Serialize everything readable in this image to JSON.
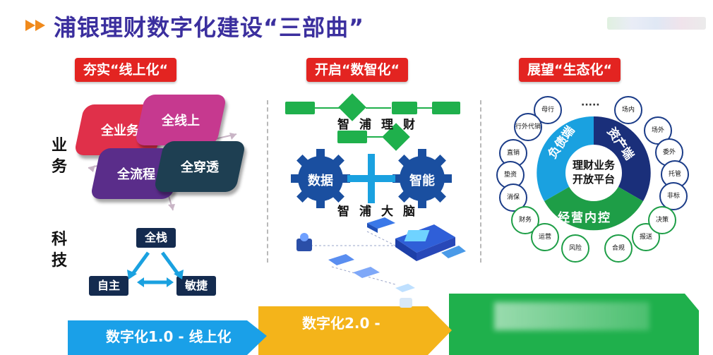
{
  "title": "浦银理财数字化建设“三部曲”",
  "sections": {
    "left": "夯实“线上化“",
    "middle": "开启“数智化“",
    "right": "展望“生态化“"
  },
  "left": {
    "label_business": "业务",
    "label_tech": "科技",
    "tiles": [
      "全业务",
      "全线上",
      "全流程",
      "全穿透"
    ],
    "tech_nodes": [
      "全栈",
      "自主",
      "敏捷"
    ]
  },
  "middle": {
    "flow_label": "智浦理财",
    "gear_left": "数据",
    "gear_right": "智能",
    "brain_label": "智浦大脑"
  },
  "right": {
    "center": [
      "理财业务",
      "开放平台"
    ],
    "seg_liability": "负债端",
    "seg_asset": "资产端",
    "seg_ops": "经营内控",
    "dots": "·····",
    "left_nodes": [
      "母行",
      "行外代销",
      "直销",
      "垫资",
      "消保"
    ],
    "right_nodes": [
      "场内",
      "场外",
      "委外",
      "托管",
      "非标"
    ],
    "bottom_nodes": [
      "财务",
      "运营",
      "风险",
      "合规",
      "报送",
      "决策"
    ]
  },
  "stages": {
    "s1": "数字化1.0 - 线上化",
    "s2": "数字化2.0 -"
  },
  "colors": {
    "title": "#3b2f9e",
    "section_red": "#e32421",
    "tile_red": "#e0304a",
    "tile_pink": "#c6398f",
    "tile_purple": "#5a2d8a",
    "tile_teal": "#1e3f52",
    "navy": "#142b4f",
    "green": "#1fb04c",
    "gear_blue": "#1a4fa0",
    "ring_blue": "#1aa1e0",
    "ring_navy": "#1a2f7a",
    "ring_green": "#1e9e47",
    "stage1": "#1aa0e8",
    "stage2": "#f4b41a",
    "stage3": "#1fb04c"
  }
}
